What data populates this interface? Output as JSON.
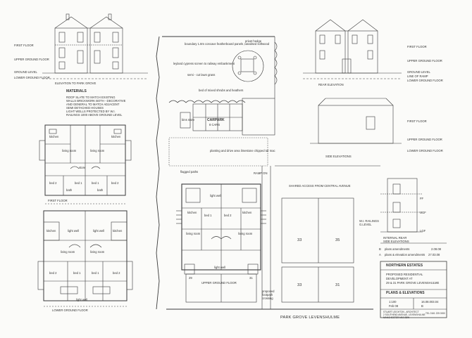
{
  "elevations": {
    "front_labels": [
      "FIRST FLOOR",
      "UPPER GROUND FLOOR",
      "GROUND LEVEL",
      "LOWER GROUND FLOOR"
    ],
    "front_title": "ELEVATION TO PARK GROVE",
    "rear_labels": [
      "FIRST FLOOR",
      "UPPER GROUND FLOOR",
      "GROUND LEVEL",
      "LINE OF RAMP",
      "LOWER GROUND FLOOR"
    ],
    "rear_title": "REAR ELEVATION",
    "side_labels": [
      "FIRST FLOOR",
      "UPPER GROUND FLOOR",
      "LOWER GROUND FLOOR"
    ],
    "side_title": "SIDE ELEVATIONS",
    "internal_rear_title": "INTERNAL REAR SIDE ELEVATIONS",
    "internal_labels": [
      "FF",
      "UGF",
      "LGF"
    ],
    "railings": "W.I. RAILINGS G.LEVEL"
  },
  "materials": {
    "heading": "MATERIALS",
    "lines": [
      "ROOF SLATE TO MATCH EXISTING",
      "WALLS BRICKWORK BOTH - DECORATIVE",
      "AND GENERAL TO MATCH ADJACENT",
      "SEMI DETACHED HOUSES",
      "LIGHT WELLS PROTECTED BY W.I.",
      "RAILINGS 1000 ABOVE GROUND LEVEL"
    ]
  },
  "plans": {
    "first_floor_title": "FIRST FLOOR",
    "lower_ground_title": "LOWER GROUND FLOOR",
    "upper_ground_title": "UPPER GROUND FLOOR",
    "rooms": {
      "kitchen": "kitchen",
      "living_room": "living room",
      "light_well": "light well",
      "bed1": "bed 1",
      "bed2": "bed 2",
      "bath": "bath",
      "store": "store"
    }
  },
  "site": {
    "boundary": "boundary 1.8m concave featherboard panels ,tanalised softwood",
    "privet": "privet hedge",
    "screen": "leyland cypress screen to railway embankment",
    "lawn": "semi - cut lawn grass",
    "shrubs": "bed of mixed shrubs and heathers",
    "carpark_title": "CARPARK",
    "carpark_sub": "8 CARS",
    "bins": "bins store",
    "drive": "planting and drive area limestone chipped tar mac",
    "flagged": "flagged paths",
    "ramp": "RAMP ON",
    "shared_access": "SHARED ACCESS FROM CENTRAL AVENUE",
    "house_numbers": [
      "33",
      "35",
      "33",
      "31"
    ],
    "plot_numbers": [
      "29",
      "31"
    ],
    "footpath": "proposed footpath crossing",
    "street": "PARK GROVE LEVENSHULME"
  },
  "revisions": [
    {
      "code": "B",
      "text": "plans amendments",
      "date": "2.08.08"
    },
    {
      "code": "A",
      "text": "plans & elevation amendments",
      "date": "27.03.08"
    }
  ],
  "title_block": {
    "client": "NORTHERN ESTATES",
    "project": [
      "PROPOSED RESIDENTIAL",
      "DEVELOPMENT AT",
      "29 & 31 PARK GROVE LEVENSHULME"
    ],
    "sheet": "PLANS & ELEVATIONS",
    "scale": "1:100",
    "date": "Feb 08",
    "drawing_no": "16.08.003.04",
    "rev": "B",
    "address": [
      "STUART LEIGHTON - ARCHITECT",
      "2 SOUTHEND AVENUE, LEVENSHULME",
      "MANCHESTER M19 2BW"
    ],
    "phone": "TEL 0161 225 0000"
  }
}
